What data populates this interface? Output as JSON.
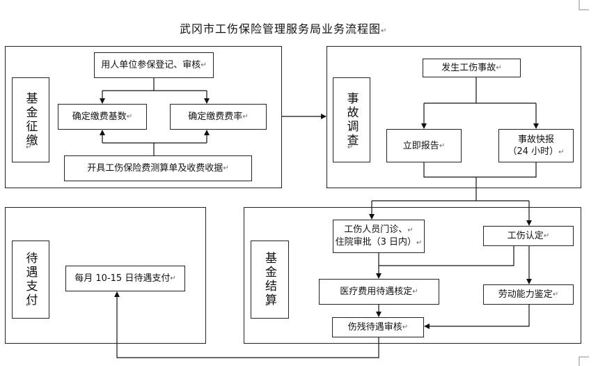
{
  "title": "武冈市工伤保险管理服务局业务流程图",
  "para_mark": "↵",
  "panels": {
    "fund_collection": {
      "label": "基金征缴",
      "register": "用人单位参保登记、审核",
      "base": "确定缴费基数",
      "rate": "确定缴费费率",
      "receipt": "开具工伤保险费测算单及收费收据"
    },
    "accident_investigation": {
      "label": "事故调查",
      "accident": "发生工伤事故",
      "report_now": "立即报告",
      "quick_report_line1": "事故快报",
      "quick_report_line2": "（24 小时）"
    },
    "benefit_payment": {
      "label": "待遇支付",
      "monthly": "每月 10-15 日待遇支付"
    },
    "fund_settlement": {
      "label": "基金结算",
      "clinic_line1": "工伤人员门诊、",
      "clinic_line2": "住院审批（3 日内）",
      "recognition": "工伤认定",
      "medical_check": "医疗费用待遇核定",
      "ability": "劳动能力鉴定",
      "disability": "伤残待遇审核"
    }
  }
}
